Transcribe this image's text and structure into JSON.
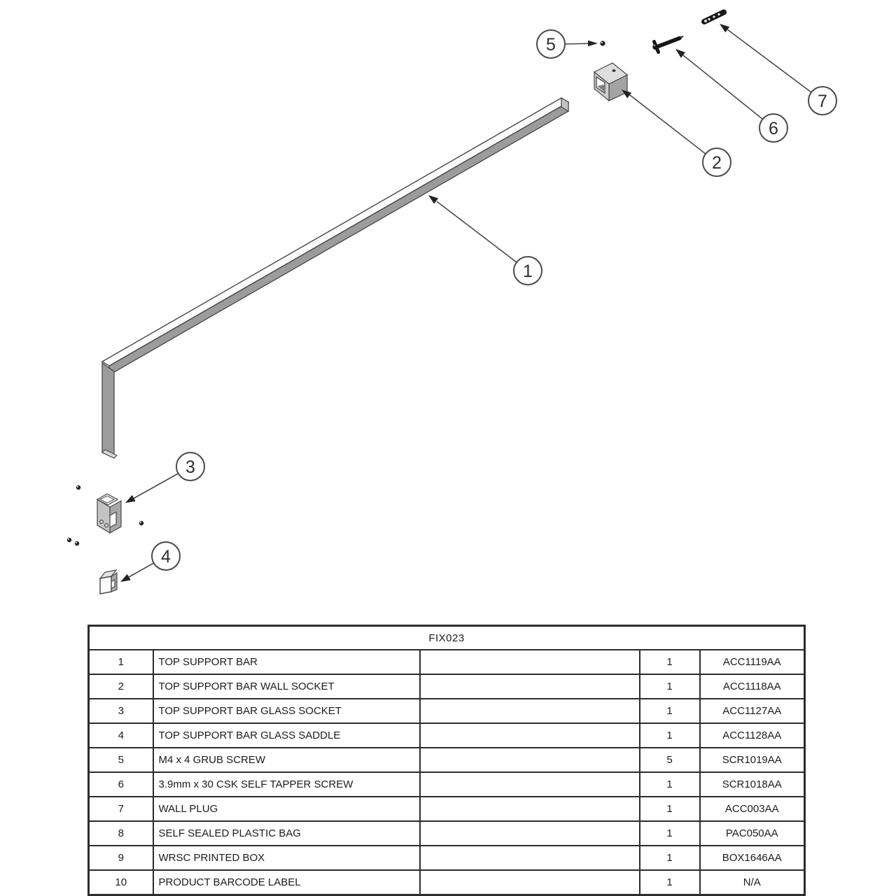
{
  "figure": {
    "callouts": [
      {
        "label": "1"
      },
      {
        "label": "2"
      },
      {
        "label": "3"
      },
      {
        "label": "4"
      },
      {
        "label": "5"
      },
      {
        "label": "6"
      },
      {
        "label": "7"
      }
    ]
  },
  "bom": {
    "title": "FIX023",
    "rows": [
      {
        "no": "1",
        "description": "TOP SUPPORT BAR",
        "spare": "",
        "qty": "1",
        "code": "ACC1119AA"
      },
      {
        "no": "2",
        "description": "TOP SUPPORT BAR WALL SOCKET",
        "spare": "",
        "qty": "1",
        "code": "ACC1118AA"
      },
      {
        "no": "3",
        "description": "TOP SUPPORT BAR GLASS SOCKET",
        "spare": "",
        "qty": "1",
        "code": "ACC1127AA"
      },
      {
        "no": "4",
        "description": "TOP SUPPORT BAR GLASS SADDLE",
        "spare": "",
        "qty": "1",
        "code": "ACC1128AA"
      },
      {
        "no": "5",
        "description": "M4 x 4 GRUB SCREW",
        "spare": "",
        "qty": "5",
        "code": "SCR1019AA"
      },
      {
        "no": "6",
        "description": "3.9mm x 30 CSK SELF TAPPER SCREW",
        "spare": "",
        "qty": "1",
        "code": "SCR1018AA"
      },
      {
        "no": "7",
        "description": "WALL PLUG",
        "spare": "",
        "qty": "1",
        "code": "ACC003AA"
      },
      {
        "no": "8",
        "description": "SELF SEALED PLASTIC BAG",
        "spare": "",
        "qty": "1",
        "code": "PAC050AA"
      },
      {
        "no": "9",
        "description": "WRSC PRINTED BOX",
        "spare": "",
        "qty": "1",
        "code": "BOX1646AA"
      },
      {
        "no": "10",
        "description": "PRODUCT BARCODE LABEL",
        "spare": "",
        "qty": "1",
        "code": "N/A"
      }
    ]
  },
  "colors": {
    "background": "#ffffff",
    "line": "#4a4a4a",
    "metal_gray": "#9c9c9c",
    "metal_light": "#fbfbfb",
    "table_border": "#2c2c2c",
    "text": "#1d1d1d"
  }
}
